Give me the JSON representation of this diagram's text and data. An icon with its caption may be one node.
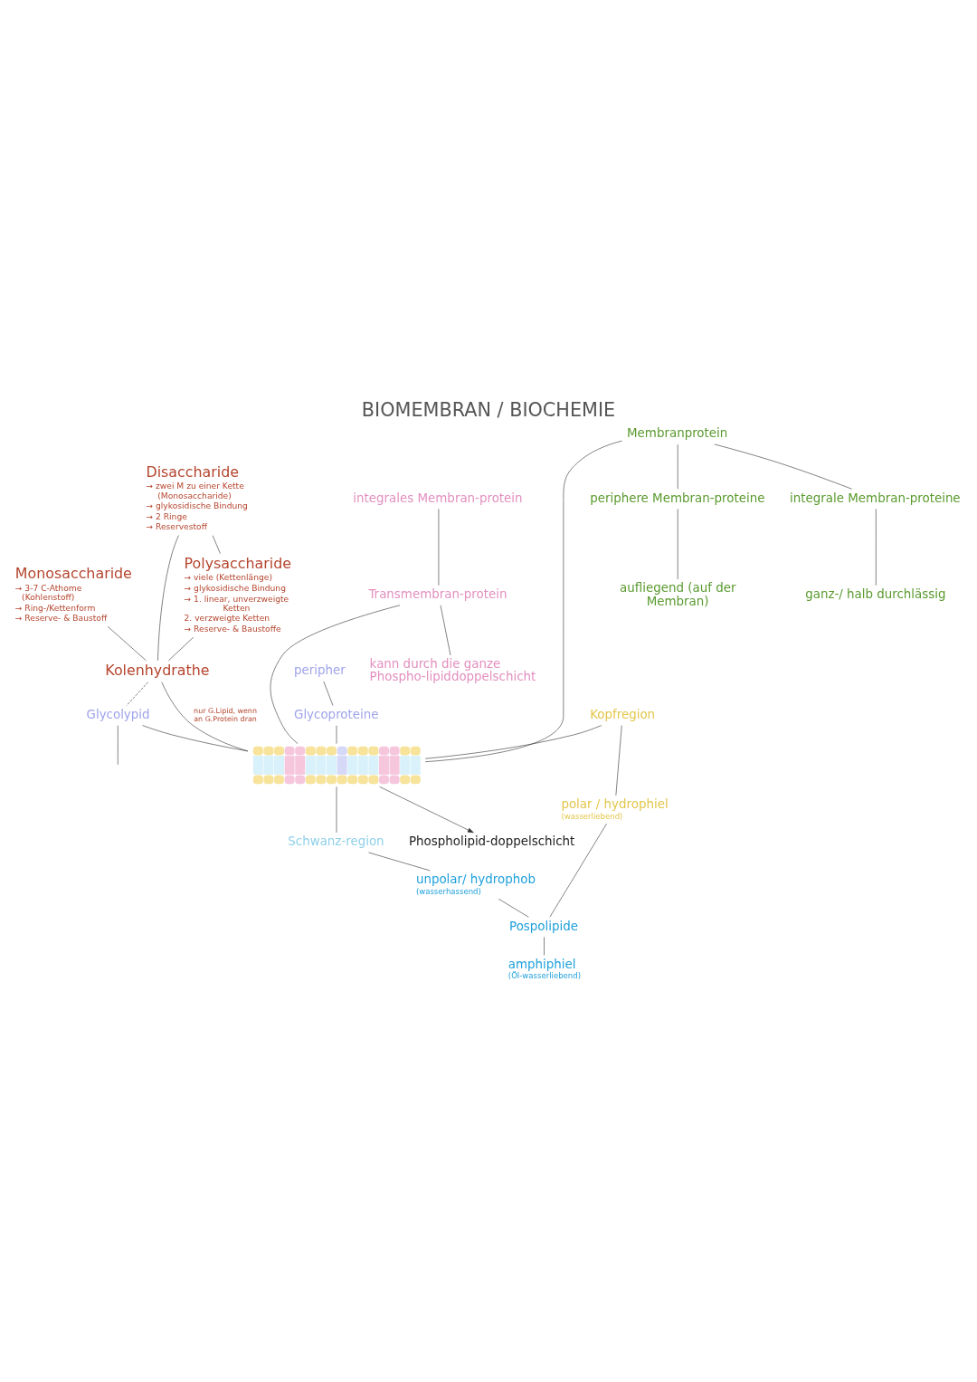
{
  "diagram": {
    "title": "BIOMEMBRAN / BIOCHEMIE",
    "nodes": [
      {
        "text": [
          "Disaccharide",
          "→ zwei M zu einer Kette (Monosaccharide)",
          "→ glykosidische Bindung",
          "→ 2 Ringe",
          "→ Reservestoff"
        ]
      },
      {
        "text": [
          "Polysaccharide",
          "→ viele (Kettenlänge)",
          "→ glykosidische Bindung",
          "→ 1. linear, unverzweigte Ketten",
          "2. verzweigte Ketten",
          "→ Reserve- & Baustoffe"
        ]
      },
      {
        "text": [
          "Monosaccharide",
          "→ 3-7 C-Athome (Kohlenstoff)",
          "→ Ring-/Kettenform",
          "→ Reserve- & Baustoff"
        ]
      },
      {
        "text": [
          "Kolenhydrathe"
        ]
      },
      {
        "text": [
          "peripher"
        ]
      },
      {
        "text": [
          "Glycoproteine"
        ]
      },
      {
        "text": [
          "Glycolypid"
        ]
      },
      {
        "text": [],
        "shape": "picture"
      },
      {
        "text": [
          "Phospholipid-doppelschicht"
        ]
      },
      {
        "text": [
          "Schwanz-region"
        ]
      },
      {
        "text": [
          "integrales Membran-protein"
        ]
      },
      {
        "text": [
          "unpolar/ hydrophob",
          "(wasserhassend)"
        ]
      },
      {
        "text": [
          "Kopfregion"
        ]
      },
      {
        "text": [
          "Membranprotein"
        ]
      },
      {
        "text": [
          "Transmembran-protein"
        ]
      },
      {
        "text": [
          "polar / hydrophiel",
          "(wasserliebend)"
        ]
      },
      {
        "text": [
          "periphere Membran-proteine"
        ]
      },
      {
        "text": [
          "kann durch die ganze Phospho-lipiddoppelschicht"
        ]
      },
      {
        "text": [
          "Pospolipide"
        ]
      },
      {
        "text": [
          "integrale Membran-proteine"
        ]
      },
      {
        "text": [
          "amphiphiel",
          "(Öl-wasserliebend)"
        ]
      },
      {
        "text": [
          "ganz-/ halb durchlässig"
        ]
      },
      {
        "text": [
          "aufliegend (auf der Membran)"
        ]
      }
    ],
    "edges": [
      {
        "from": 0,
        "to": 1,
        "arrow": "none"
      },
      {
        "from": 0,
        "to": 3,
        "arrow": "none"
      },
      {
        "from": 2,
        "to": 3,
        "arrow": "none"
      },
      {
        "from": 1,
        "to": 3,
        "arrow": "none"
      },
      {
        "from": 3,
        "to": 7,
        "arrow": "none",
        "label": "nur G.Lipid, wenn an G.Protein dran"
      },
      {
        "from": 3,
        "to": 6,
        "arrow": "none",
        "style": "dashed"
      },
      {
        "from": 4,
        "to": 5,
        "arrow": "none"
      },
      {
        "from": 5,
        "to": 7,
        "arrow": "none"
      },
      {
        "from": 6,
        "to": 7,
        "arrow": "none"
      },
      {
        "from": 6,
        "to": null,
        "arrow": "none"
      },
      {
        "from": 7,
        "to": 8,
        "arrow": "to"
      },
      {
        "from": 9,
        "to": 7,
        "arrow": "none"
      },
      {
        "from": 9,
        "to": 11,
        "arrow": "none"
      },
      {
        "from": 12,
        "to": 7,
        "arrow": "none"
      },
      {
        "from": 13,
        "to": 7,
        "arrow": "none"
      },
      {
        "from": 14,
        "to": 7,
        "arrow": "none"
      },
      {
        "from": 10,
        "to": 14,
        "arrow": "none"
      },
      {
        "from": 12,
        "to": 15,
        "arrow": "none"
      },
      {
        "from": 13,
        "to": 19,
        "arrow": "none"
      },
      {
        "from": 13,
        "to": 16,
        "arrow": "none"
      },
      {
        "from": 14,
        "to": 17,
        "arrow": "none"
      },
      {
        "from": 11,
        "to": 18,
        "arrow": "none"
      },
      {
        "from": 15,
        "to": 18,
        "arrow": "none"
      },
      {
        "from": 18,
        "to": 20,
        "arrow": "none"
      },
      {
        "from": 19,
        "to": 21,
        "arrow": "none"
      },
      {
        "from": 16,
        "to": 22,
        "arrow": "none"
      }
    ]
  }
}
